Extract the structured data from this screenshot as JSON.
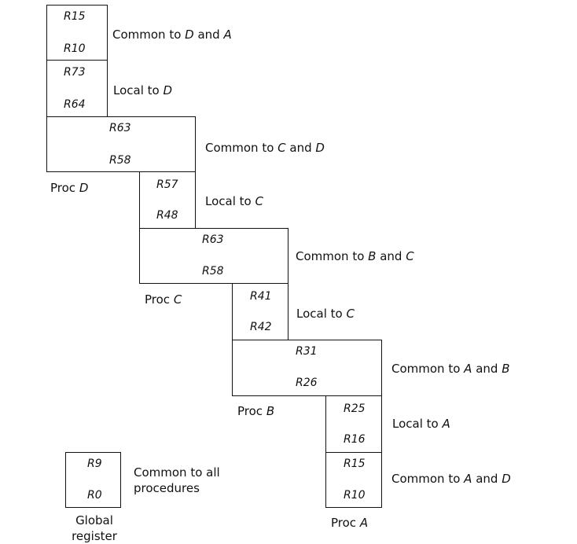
{
  "diagram": {
    "proc_d": {
      "box1": {
        "top_reg": "R15",
        "bottom_reg": "R10",
        "label_prefix": "Common to ",
        "label_a": "D",
        "label_mid": " and ",
        "label_b": "A"
      },
      "box2": {
        "top_reg": "R73",
        "bottom_reg": "R64",
        "label_prefix": "Local to ",
        "label_a": "D"
      },
      "box3": {
        "top_reg": "R63",
        "bottom_reg": "R58",
        "label_prefix": "Common to ",
        "label_a": "C",
        "label_mid": " and ",
        "label_b": "D"
      },
      "caption_prefix": "Proc ",
      "caption_name": "D"
    },
    "proc_c": {
      "box1": {
        "top_reg": "R57",
        "bottom_reg": "R48",
        "label_prefix": "Local to ",
        "label_a": "C"
      },
      "box2": {
        "top_reg": "R63",
        "bottom_reg": "R58",
        "label_prefix": "Common to ",
        "label_a": "B",
        "label_mid": " and ",
        "label_b": "C"
      },
      "caption_prefix": "Proc ",
      "caption_name": "C"
    },
    "proc_b": {
      "box1": {
        "top_reg": "R41",
        "bottom_reg": "R42",
        "label_prefix": "Local to ",
        "label_a": "C"
      },
      "box2": {
        "top_reg": "R31",
        "bottom_reg": "R26",
        "label_prefix": "Common to ",
        "label_a": "A",
        "label_mid": " and ",
        "label_b": "B"
      },
      "caption_prefix": "Proc ",
      "caption_name": "B"
    },
    "proc_a": {
      "box1": {
        "top_reg": "R25",
        "bottom_reg": "R16",
        "label_prefix": "Local to ",
        "label_a": "A"
      },
      "box2": {
        "top_reg": "R15",
        "bottom_reg": "R10",
        "label_prefix": "Common to ",
        "label_a": "A",
        "label_mid": " and ",
        "label_b": "D"
      },
      "caption_prefix": "Proc ",
      "caption_name": "A"
    },
    "global": {
      "top_reg": "R9",
      "bottom_reg": "R0",
      "label_line1": "Common to all",
      "label_line2": "procedures",
      "caption_line1": "Global",
      "caption_line2": "register"
    }
  }
}
